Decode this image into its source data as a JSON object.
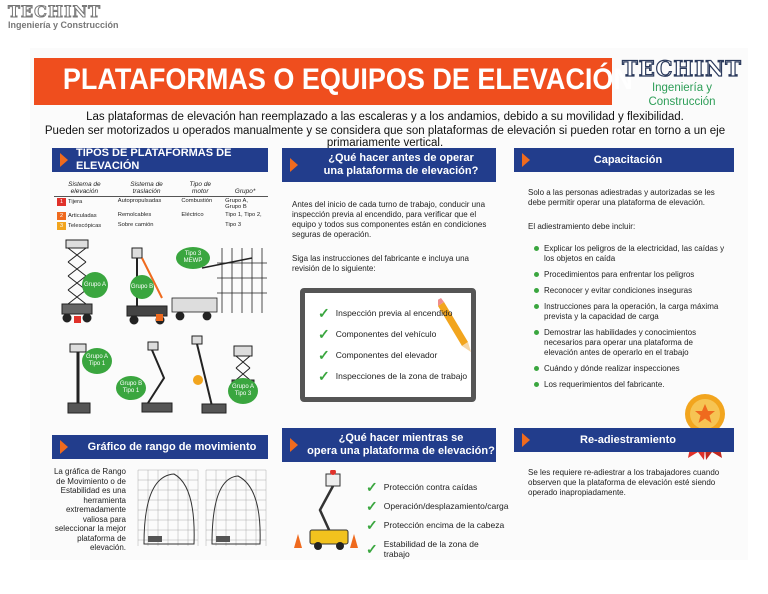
{
  "top_logo": {
    "wordmark": "TECHINT",
    "subtitle": "Ingeniería y Construcción"
  },
  "banner_title": "PLATAFORMAS O EQUIPOS DE ELEVACIÓN",
  "right_logo": {
    "wordmark": "TECHINT",
    "subtitle": "Ingeniería y Construcción"
  },
  "intro": {
    "line1": "Las plataformas de elevación han reemplazado a las escaleras y a los andamios, debido a su movilidad y flexibilidad.",
    "line2": "Pueden ser motorizados u operados manualmente y se considera que son plataformas de elevación si pueden rotar en torno a un eje primariamente vertical."
  },
  "tipos": {
    "header": "TIPOS DE PLATAFORMAS DE ELEVACIÓN",
    "columns": [
      "Sistema de elevación",
      "Sistema de traslación",
      "Tipo de motor",
      "Grupo*"
    ],
    "rows": [
      {
        "num": "1",
        "color": "#e0312a",
        "sistema": "Tijera",
        "traslacion": "Autopropulsadas",
        "motor": "Combustión",
        "grupo": "Grupo A, Grupo B"
      },
      {
        "num": "2",
        "color": "#ef6a1e",
        "sistema": "Articuladas",
        "traslacion": "Remolcables",
        "motor": "Eléctrico",
        "grupo": "Tipo 1, Tipo 2,"
      },
      {
        "num": "3",
        "color": "#f2a51e",
        "sistema": "Telescópicas",
        "traslacion": "Sobre camión",
        "motor": "",
        "grupo": "Tipo 3"
      }
    ],
    "labels": {
      "grupo_a": "Grupo A",
      "grupo_b": "Grupo B",
      "tipo3_mewp": "Tipo 3 MEWP",
      "grupo_a_tipo1": "Grupo A Tipo 1",
      "grupo_b_tipo1": "Grupo B Tipo 1",
      "grupo_a_tipo3": "Grupo A Tipo 3",
      "badge_1": "1",
      "badge_2": "2",
      "badge_3": "3"
    }
  },
  "grafico": {
    "header": "Gráfico de rango de movimiento",
    "text": "La gráfica de Rango de Movimiento o de Estabilidad es una herramienta extremadamente valiosa para seleccionar la mejor plataforma de elevación."
  },
  "antes": {
    "header_l1": "¿Qué hacer antes de operar",
    "header_l2": "una plataforma de elevación?",
    "p1": "Antes del inicio de cada turno de trabajo, conducir una inspección previa al encendido, para verificar que el equipo y todos sus componentes están en condiciones seguras de operación.",
    "p2": "Siga las instrucciones del fabricante e incluya una revisión de lo siguiente:",
    "checks": [
      "Inspección previa al encendido",
      "Componentes del vehículo",
      "Componentes del elevador",
      "Inspecciones de la zona de trabajo"
    ]
  },
  "mientras": {
    "header_l1": "¿Qué hacer mientras se",
    "header_l2": "opera una plataforma de elevación?",
    "checks": [
      "Protección contra caídas",
      "Operación/desplazamiento/carga",
      "Protección encima de la cabeza",
      "Estabilidad de la zona de trabajo"
    ]
  },
  "capacitacion": {
    "header": "Capacitación",
    "p1": "Solo a las personas adiestradas y autorizadas se les debe permitir operar una plataforma de elevación.",
    "p2": "El adiestramiento debe incluir:",
    "items": [
      "Explicar los peligros de la electricidad, las caídas y los objetos en caída",
      "Procedimientos para enfrentar los peligros",
      "Reconocer y evitar condiciones inseguras",
      "Instrucciones para la operación, la carga máxima prevista y la capacidad de carga",
      "Demostrar las habilidades y conocimientos necesarios para operar una plataforma de elevación antes de operarlo en el trabajo",
      "Cuándo y dónde realizar inspecciones",
      "Los requerimientos del fabricante."
    ]
  },
  "readiestramiento": {
    "header": "Re-adiestramiento",
    "text": "Se les requiere re-adiestrar a los trabajadores cuando observen que la plataforma de elevación esté siendo operado inapropiadamente."
  },
  "colors": {
    "banner": "#ef4e1e",
    "header_blue": "#223d8c",
    "green": "#3aa63f",
    "arrow": "#ef6a1e"
  }
}
